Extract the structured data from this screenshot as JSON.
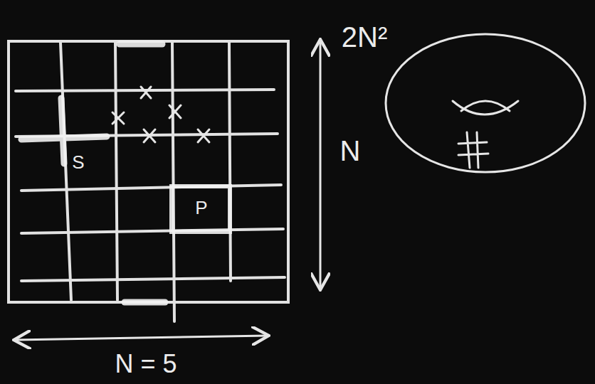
{
  "diagram": {
    "labels": [
      "2N²",
      "N",
      "S",
      "P",
      "N = 5"
    ]
  }
}
